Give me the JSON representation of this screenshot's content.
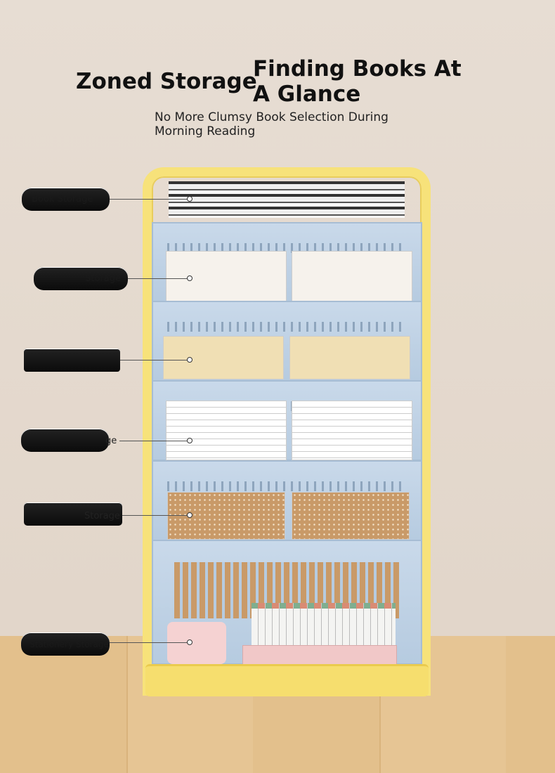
{
  "heading": {
    "left": "Zoned Storage",
    "right": "Finding Books At A Glance",
    "subtitle": "No More Clumsy Book Selection During Morning Reading"
  },
  "labels": [
    {
      "text": "Book Storage"
    },
    {
      "text": "Storage"
    },
    {
      "text": ""
    },
    {
      "text": "ge"
    },
    {
      "text": "Storage"
    },
    {
      "text": "Stationery Storage"
    }
  ],
  "colors": {
    "frame": "#f7e27a",
    "bins": "#c9d9ea",
    "background": "#e4d9ce"
  }
}
